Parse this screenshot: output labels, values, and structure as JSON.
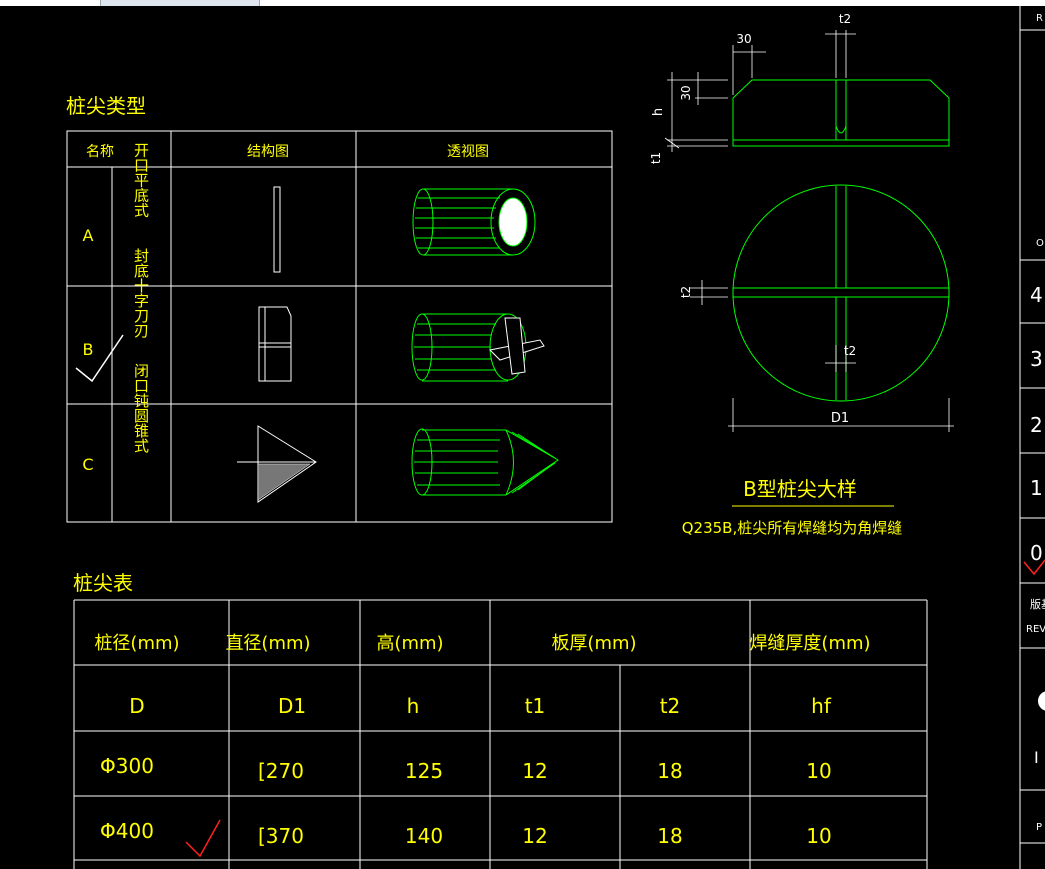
{
  "pile_tip_types": {
    "title": "桩尖类型",
    "headers": [
      "名称",
      "结构图",
      "透视图"
    ],
    "rows": [
      {
        "letter": "A",
        "name": "开口平底式"
      },
      {
        "letter": "B",
        "name": "封底十字刀刃"
      },
      {
        "letter": "C",
        "name": "闭口钝圆锥式"
      }
    ]
  },
  "detail": {
    "title": "B型桩尖大样",
    "note": "Q235B,桩尖所有焊缝均为角焊缝",
    "dims": {
      "d30_top": "30",
      "t2_top": "t2",
      "d30_side": "30",
      "h": "h",
      "t1": "t1",
      "t2_left": "t2",
      "t2_center": "t2",
      "D1": "D1"
    }
  },
  "pile_tip_table": {
    "title": "桩尖表",
    "headers": [
      "桩径(mm)",
      "直径(mm)",
      "高(mm)",
      "板厚(mm)",
      "焊缝厚度(mm)"
    ],
    "symbols": [
      "D",
      "D1",
      "h",
      "t1",
      "t2",
      "hf"
    ],
    "rows": [
      [
        "Φ300",
        "[270",
        "125",
        "12",
        "18",
        "10"
      ],
      [
        "Φ400",
        "[370",
        "140",
        "12",
        "18",
        "10"
      ]
    ]
  },
  "right_panel": {
    "labels": [
      "R",
      "O",
      "4",
      "3",
      "2",
      "1",
      "0",
      "版基",
      "REV",
      "I",
      "P"
    ]
  },
  "colors": {
    "background": "#000000",
    "text": "#ffff00",
    "lines": "#ffffff",
    "detail": "#00ff00",
    "mark": "#ff2020"
  }
}
